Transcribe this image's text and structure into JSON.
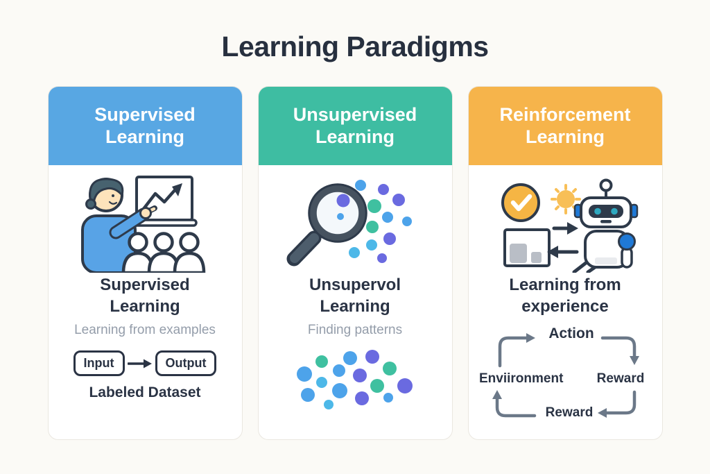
{
  "title": "Learning Paradigms",
  "colors": {
    "background": "#fbfaf6",
    "title_text": "#27303f",
    "body_text": "#2a3344",
    "muted_text": "#949daa",
    "supervised_header": "#58a7e3",
    "unsupervised_header": "#3ebda2",
    "reinforcement_header": "#f6b44b",
    "cycle_arrow": "#6b7888",
    "dot_blue": "#4da3ea",
    "dot_teal": "#3fc0a0",
    "dot_purple": "#6a6ae0",
    "dot_lightblue": "#4db8e8",
    "check_circle": "#f5b544",
    "robot_accent": "#1f79d6"
  },
  "cards": [
    {
      "header": "Supervised Learning",
      "heading": "Supervised Learning",
      "subtitle": "Learning from examples",
      "flow": {
        "input": "Input",
        "output": "Output"
      },
      "caption": "Labeled Dataset",
      "icon": "teacher-classroom-illustration"
    },
    {
      "header": "Unsupervised Learning",
      "heading": "Unsupervol Learning",
      "subtitle": "Finding patterns",
      "icon": "magnifier-clusters-illustration"
    },
    {
      "header": "Reinforcement Learning",
      "heading": "Learning from experience",
      "cycle": {
        "top": "Action",
        "left": "Enviironment",
        "right": "Reward",
        "bottom": "Reward"
      },
      "icon": "robot-environment-illustration"
    }
  ]
}
